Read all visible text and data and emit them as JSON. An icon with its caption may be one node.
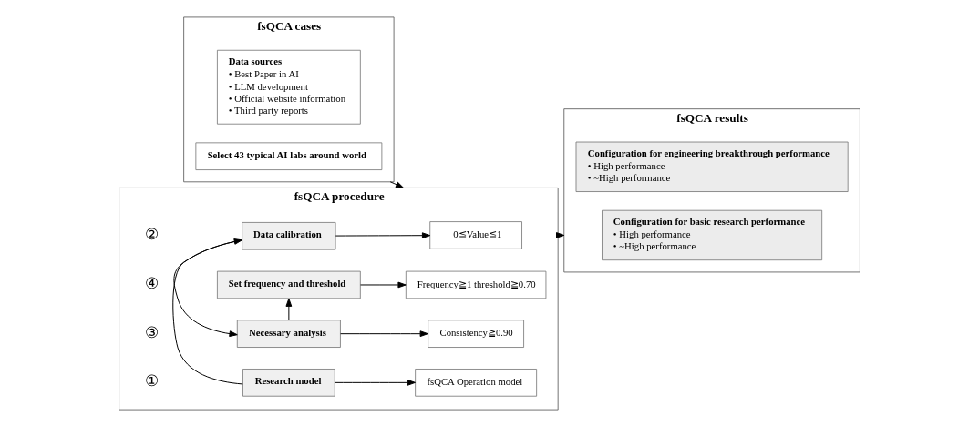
{
  "diagram": {
    "nodes": [
      {
        "text": [
          "fsQCA cases"
        ]
      },
      {
        "text": [
          "Select 43 typical AI labs around world"
        ],
        "in": 0
      },
      {
        "text": [
          "Data sources",
          "• Best Paper in AI",
          "• LLM development",
          "• Official website information",
          "• Third party reports"
        ],
        "in": 0
      },
      {
        "text": [
          "fsQCA procedure"
        ]
      },
      {
        "text": [
          "Research model"
        ],
        "in": 3
      },
      {
        "text": [
          "fsQCA Operation model"
        ],
        "in": 3
      },
      {
        "text": [
          "Data calibration"
        ],
        "in": 3
      },
      {
        "text": [
          "0≦Value≦1"
        ],
        "in": 3
      },
      {
        "text": [
          "Necessary analysis"
        ],
        "in": 3
      },
      {
        "text": [
          "Consistency≧0.90"
        ],
        "in": 3
      },
      {
        "text": [
          "Set frequency and threshold"
        ],
        "in": 3
      },
      {
        "text": [
          "Frequency≧1 threshold≧0.70"
        ],
        "in": 3
      },
      {
        "text": [
          "fsQCA results"
        ]
      },
      {
        "text": [
          "Configuration for basic research performance",
          "• High performance",
          "• ~High performance"
        ],
        "in": 12
      },
      {
        "text": [
          "Configuration for engineering breakthrough performance",
          "• High performance",
          "• ~High performance"
        ],
        "in": 12
      }
    ],
    "edges": [
      {
        "from": 4,
        "to": 5,
        "arrow": "to"
      },
      {
        "from": 4,
        "to": 6,
        "arrow": "to"
      },
      {
        "from": 6,
        "to": 7,
        "arrow": "to"
      },
      {
        "from": 6,
        "to": 8,
        "arrow": "to"
      },
      {
        "from": 8,
        "to": 9,
        "arrow": "to"
      },
      {
        "from": 8,
        "to": 10,
        "arrow": "to"
      },
      {
        "from": 10,
        "to": 11,
        "arrow": "to"
      },
      {
        "from": 0,
        "to": 3,
        "arrow": "to"
      },
      {
        "from": 3,
        "to": 12,
        "arrow": "to"
      }
    ],
    "labels": [
      "①",
      "②",
      "③",
      "④"
    ]
  }
}
